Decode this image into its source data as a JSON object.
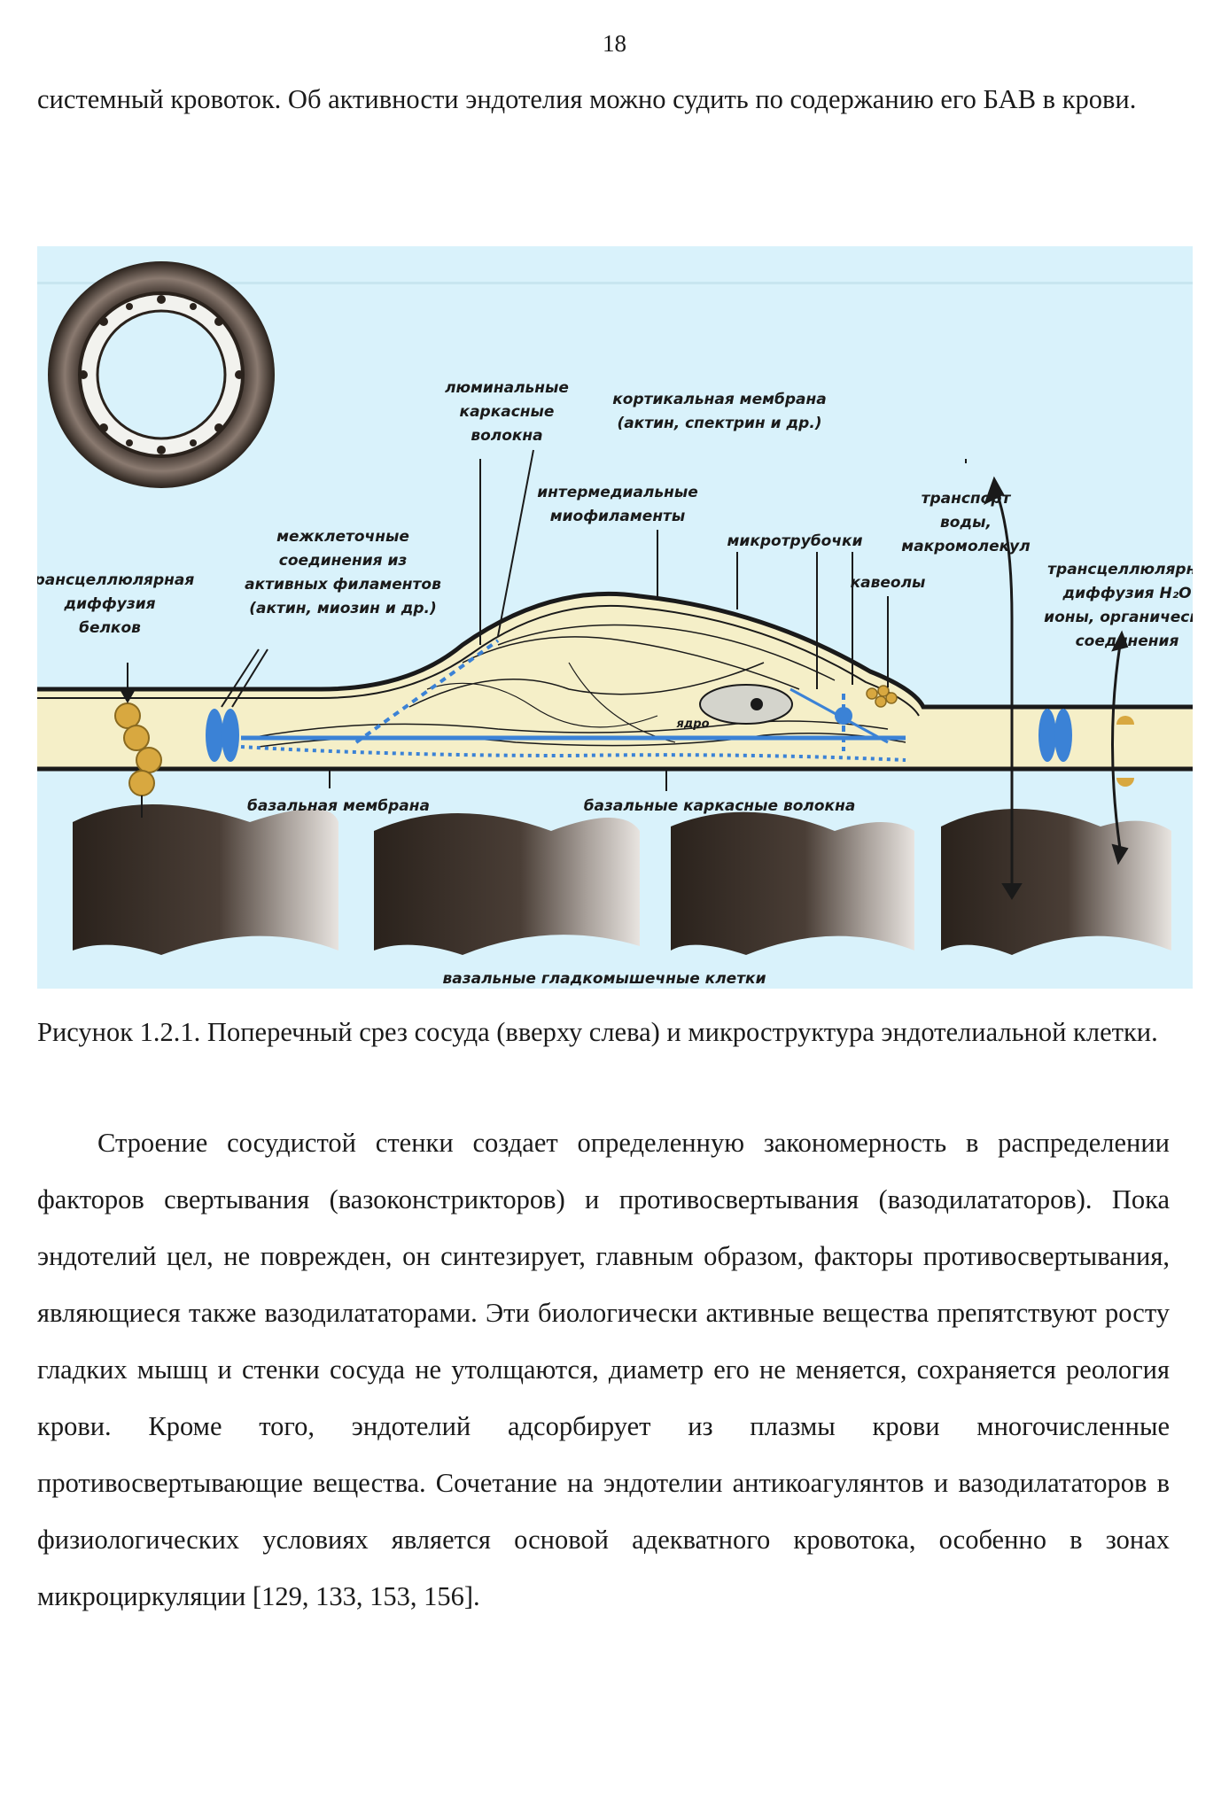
{
  "page_number": "18",
  "paragraph_top": "системный кровоток. Об активности эндотелия можно судить по содержанию его БАВ в крови.",
  "figure": {
    "labels": {
      "luminal_1": "люминальные",
      "luminal_2": "каркасные",
      "luminal_3": "волокна",
      "cortical_1": "кортикальная мембрана",
      "cortical_2": "(актин, спектрин и др.)",
      "intermediate_1": "интермедиальные",
      "intermediate_2": "миофиламенты",
      "transport_1": "транспорт",
      "transport_2": "воды,",
      "transport_3": "макромолекул",
      "junctions_1": "межклеточные",
      "junctions_2": "соединения из",
      "junctions_3": "активных филаментов",
      "junctions_4": "(актин, миозин и др.)",
      "microtubules": "микротрубочки",
      "protein_diff_1": "трансцеллюлярная",
      "protein_diff_2": "диффузия",
      "protein_diff_3": "белков",
      "caveolae": "кавеолы",
      "water_diff_1": "трансцеллюлярна",
      "water_diff_2": "диффузия H₂O",
      "water_diff_3": "ионы, органически",
      "water_diff_4": "соединения",
      "nucleus": "ядро",
      "basal_membrane": "базальная мембрана",
      "basal_fibers": "базальные каркасные волокна",
      "smooth_muscle": "вазальные гладкомышечные клетки"
    },
    "colors": {
      "background": "#d9f2fb",
      "cell_body": "#f5efc8",
      "blue_structures": "#3b82d6",
      "vesicles": "#d8a840",
      "muscle": "#3a302a"
    }
  },
  "caption": "Рисунок 1.2.1. Поперечный срез сосуда (вверху слева) и микроструктура эндотелиальной клетки.",
  "paragraph_main": "Строение сосудистой стенки создает определенную закономерность в распределении факторов свертывания (вазоконстрикторов) и противосвертывания (вазодилататоров). Пока эндотелий цел, не поврежден, он синтезирует, главным образом, факторы противосвертывания, являющиеся также вазодилататорами. Эти биологически активные вещества препятствуют росту гладких мышц и стенки сосуда не утолщаются, диаметр его не меняется, сохраняется реология крови. Кроме того, эндотелий адсорбирует из плазмы крови многочисленные противосвертывающие вещества. Сочетание на эндотелии антикоагулянтов и вазодилататоров в физиологических условиях является основой адекватного кровотока, особенно в зонах микроциркуляции [129, 133, 153, 156]."
}
